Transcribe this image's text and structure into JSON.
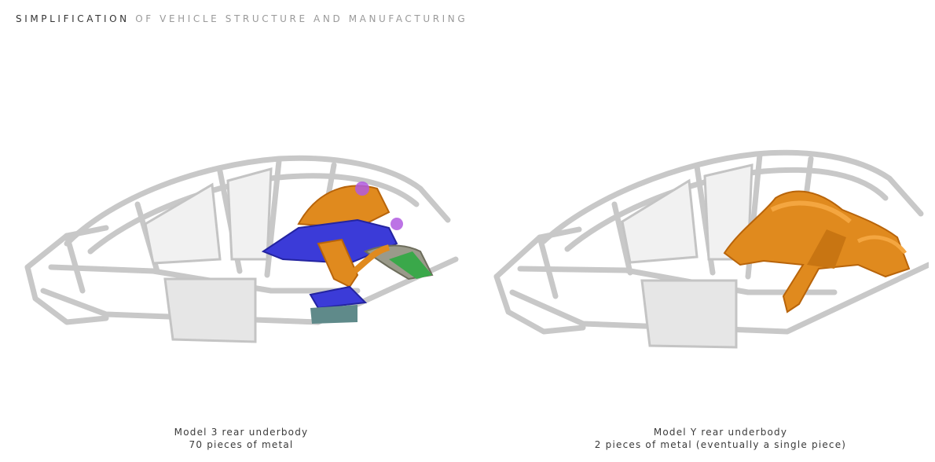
{
  "heading": {
    "strong": "SIMPLIFICATION",
    "light": "OF VEHICLE STRUCTURE AND MANUFACTURING"
  },
  "left": {
    "title": "Model 3 rear underbody",
    "subtitle": "70 pieces of metal"
  },
  "right": {
    "title": "Model Y rear underbody",
    "subtitle": "2 pieces of metal (eventually a single piece)"
  },
  "colors": {
    "frame": "#d6d6d6",
    "frame_edge": "#bcbcbc",
    "orange": "#e08a1e",
    "orange_dark": "#b8640a",
    "blue": "#3b3bd8",
    "purple": "#b05ae0",
    "green": "#3aa84a",
    "teal": "#5f8a8a"
  }
}
